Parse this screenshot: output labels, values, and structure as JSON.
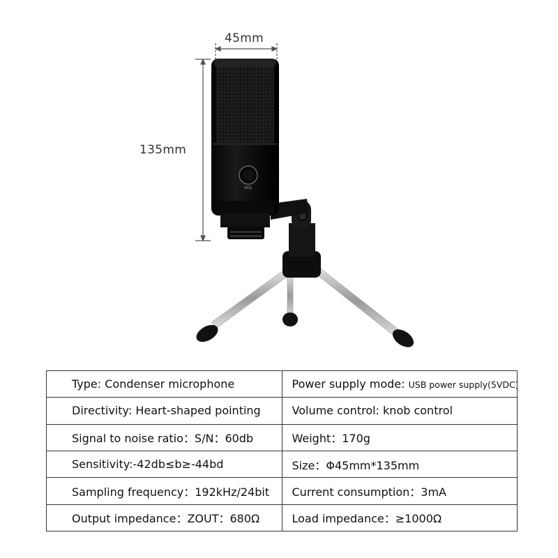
{
  "product": {
    "dimensions": {
      "width_label": "45mm",
      "height_label": "135mm"
    },
    "knob_label": "VOL",
    "colors": {
      "body": "#0d0d0d",
      "grille": "#1c1c1c",
      "tripod_leg": "#c9c9c9",
      "dimension_line": "#444444"
    }
  },
  "specs": {
    "rows": [
      {
        "left": {
          "label": "Type: ",
          "value": "Condenser microphone"
        },
        "right": {
          "label": "Power supply mode:  ",
          "value": "USB power supply(5VDC)"
        }
      },
      {
        "left": {
          "label": "Directivity: ",
          "value": "Heart-shaped pointing"
        },
        "right": {
          "label": "Volume control: ",
          "value": "knob control"
        }
      },
      {
        "left": {
          "label": "Signal to noise ratio：",
          "value": "S/N：60db"
        },
        "right": {
          "label": "Weight：",
          "value": "170g"
        }
      },
      {
        "left": {
          "label": "Sensitivity:",
          "value": "-42db≤b≥-44bd"
        },
        "right": {
          "label": "Size：",
          "value": "Φ45mm*135mm"
        }
      },
      {
        "left": {
          "label": "Sampling frequency：",
          "value": "192kHz/24bit"
        },
        "right": {
          "label": "Current consumption：",
          "value": "3mA"
        }
      },
      {
        "left": {
          "label": "Output impedance：",
          "value": "ZOUT：680Ω"
        },
        "right": {
          "label": "Load impedance：",
          "value": "≥1000Ω"
        }
      }
    ]
  }
}
